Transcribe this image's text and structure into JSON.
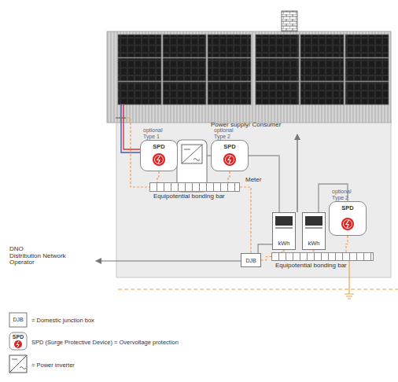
{
  "diagram": {
    "nodes": [
      {
        "text": [
          "optional Type 1",
          "SPD"
        ]
      },
      {
        "text": [
          "optional Type 2",
          "SPD"
        ]
      },
      {
        "text": [
          "Equipotential bonding bar"
        ]
      },
      {
        "text": [
          "kWh"
        ]
      },
      {
        "text": [
          "kWh"
        ]
      },
      {
        "text": [
          "optional Type 2",
          "SPD"
        ]
      },
      {
        "text": [
          "DJB"
        ]
      },
      {
        "text": [
          "Equipotential bonding bar"
        ]
      }
    ],
    "edges": [
      {
        "from": 0,
        "to": 2,
        "arrow": "none"
      },
      {
        "from": 1,
        "to": 2,
        "arrow": "none"
      },
      {
        "from": 2,
        "to": 6,
        "arrow": "none"
      },
      {
        "from": 6,
        "to": 7,
        "arrow": "none"
      },
      {
        "from": 3,
        "to": 7,
        "arrow": "none"
      },
      {
        "from": 4,
        "to": 7,
        "arrow": "none"
      },
      {
        "from": 5,
        "to": 7,
        "arrow": "none"
      },
      {
        "from": 1,
        "to": 3,
        "arrow": "none"
      },
      {
        "from": 4,
        "to": 5,
        "arrow": "none"
      },
      {
        "from": 3,
        "to": 6,
        "arrow": "none"
      }
    ],
    "labels": [
      "Power supply/ Consumer",
      "Meter",
      "DNO",
      "Distribution Network Operator",
      "DJB",
      "SPD"
    ],
    "legend": [
      {
        "text": "= Domestic junction box"
      },
      {
        "text": "SPD (Surge Protective Device) = Overvoltage protection"
      },
      {
        "text": "= Power inverter"
      }
    ]
  }
}
